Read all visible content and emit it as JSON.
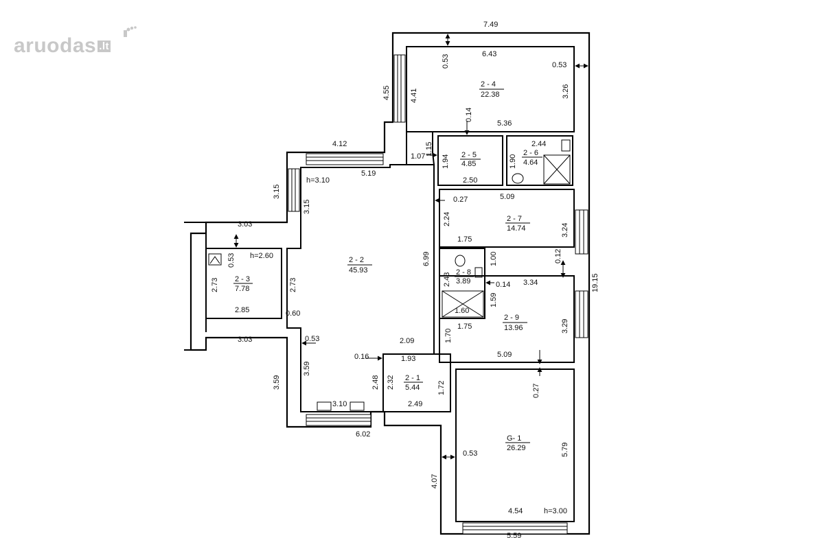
{
  "logo": {
    "brand": "aruodas",
    "tld": ".lt"
  },
  "rooms": [
    {
      "id": "2 - 4",
      "area": "22.38"
    },
    {
      "id": "2 - 5",
      "area": "4.85"
    },
    {
      "id": "2 - 6",
      "area": "4.64"
    },
    {
      "id": "2 - 7",
      "area": "14.74"
    },
    {
      "id": "2 - 2",
      "area": "45.93"
    },
    {
      "id": "2 - 3",
      "area": "7.78"
    },
    {
      "id": "2 - 8",
      "area": "3.89"
    },
    {
      "id": "2 - 9",
      "area": "13.96"
    },
    {
      "id": "2 - 1",
      "area": "5.44"
    },
    {
      "id": "G- 1",
      "area": "26.29"
    }
  ],
  "heights": [
    "h=3.10",
    "h=2.60",
    "h=3.00"
  ],
  "dimensions": [
    "7.49",
    "6.43",
    "0.53",
    "0.53",
    "4.55",
    "4.41",
    "3.26",
    "0.14",
    "5.36",
    "4.12",
    "1.15",
    "1.07",
    "1.94",
    "1.90",
    "2.44",
    "2.50",
    "5.19",
    "3.15",
    "3.15",
    "0.27",
    "5.09",
    "3.03",
    "0.53",
    "2.24",
    "3.24",
    "1.75",
    "2.73",
    "2.73",
    "6.99",
    "1.00",
    "0.12",
    "2.43",
    "0.14",
    "3.34",
    "19.15",
    "1.59",
    "2.85",
    "0.60",
    "1.60",
    "1.75",
    "3.29",
    "3.03",
    "0.53",
    "1.70",
    "5.09",
    "2.09",
    "0.16",
    "1.93",
    "3.59",
    "3.59",
    "2.48",
    "2.32",
    "1.72",
    "0.27",
    "3.10",
    "2.49",
    "6.02",
    "5.79",
    "0.53",
    "4.07",
    "4.54",
    "5.59"
  ]
}
